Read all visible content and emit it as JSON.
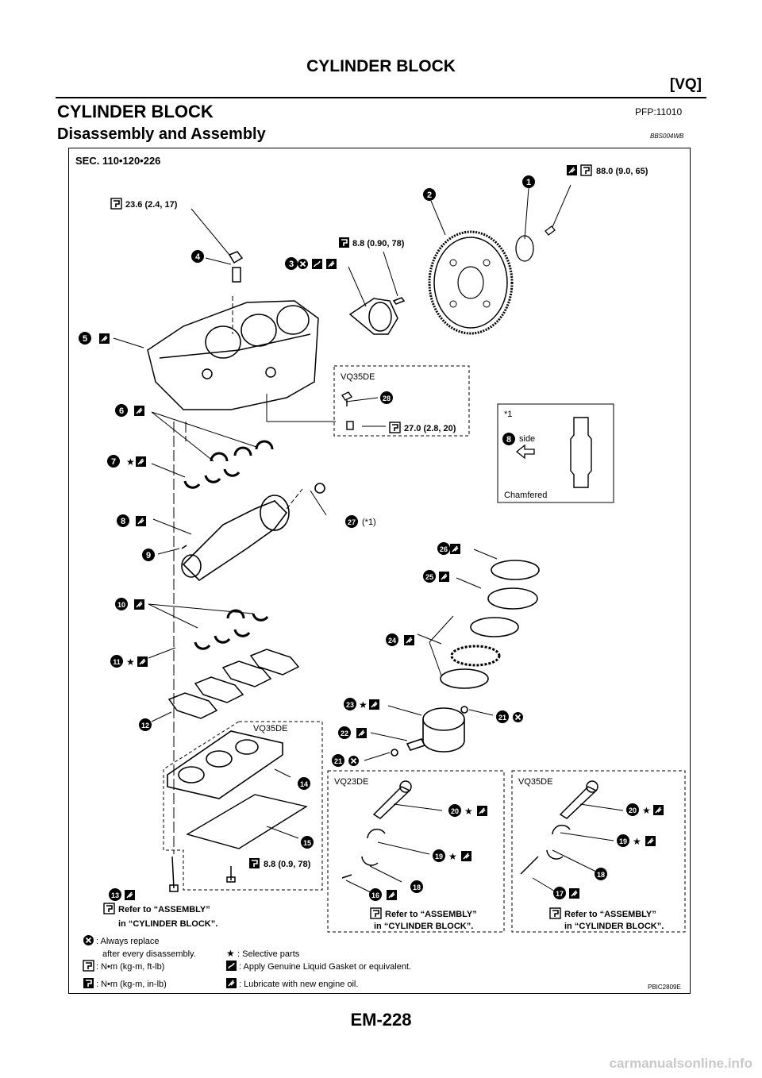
{
  "header": {
    "title": "CYLINDER BLOCK",
    "engine_tag": "[VQ]"
  },
  "section": {
    "title": "CYLINDER BLOCK",
    "pfp": "PFP:11010"
  },
  "subsection": {
    "title": "Disassembly and Assembly",
    "code": "BBS004WB"
  },
  "figure": {
    "sec": "SEC. 110•120•226",
    "torques": {
      "t1": "88.0 (9.0, 65)",
      "t2": "23.6 (2.4, 17)",
      "t3": "8.8 (0.90, 78)",
      "t4": "27.0 (2.8, 20)",
      "t5": "8.8 (0.9, 78)"
    },
    "vq35de": "VQ35DE",
    "vq23de": "VQ23DE",
    "detail": {
      "note": "*1",
      "side": "side",
      "chamfered": "Chamfered"
    },
    "ref27": "(*1)",
    "refer_1": "Refer to “ASSEMBLY”",
    "refer_2": "in “CYLINDER BLOCK”.",
    "legend": {
      "always_replace_1": ": Always replace",
      "always_replace_2": "after every disassembly.",
      "selective": ": Selective parts",
      "nm_ft": ": N•m (kg-m, ft-lb)",
      "nm_in": ": N•m (kg-m, in-lb)",
      "gasket": ": Apply Genuine Liquid Gasket or equivalent.",
      "lube": ": Lubricate with new engine oil."
    },
    "fig_code": "PBIC2809E",
    "callouts": [
      "1",
      "2",
      "3",
      "4",
      "5",
      "6",
      "7",
      "8",
      "9",
      "10",
      "11",
      "12",
      "13",
      "14",
      "15",
      "16",
      "17",
      "18",
      "19",
      "20",
      "21",
      "22",
      "23",
      "24",
      "25",
      "26",
      "27",
      "28"
    ]
  },
  "footer": {
    "page": "EM-228",
    "watermark": "carmanualsonline.info"
  }
}
